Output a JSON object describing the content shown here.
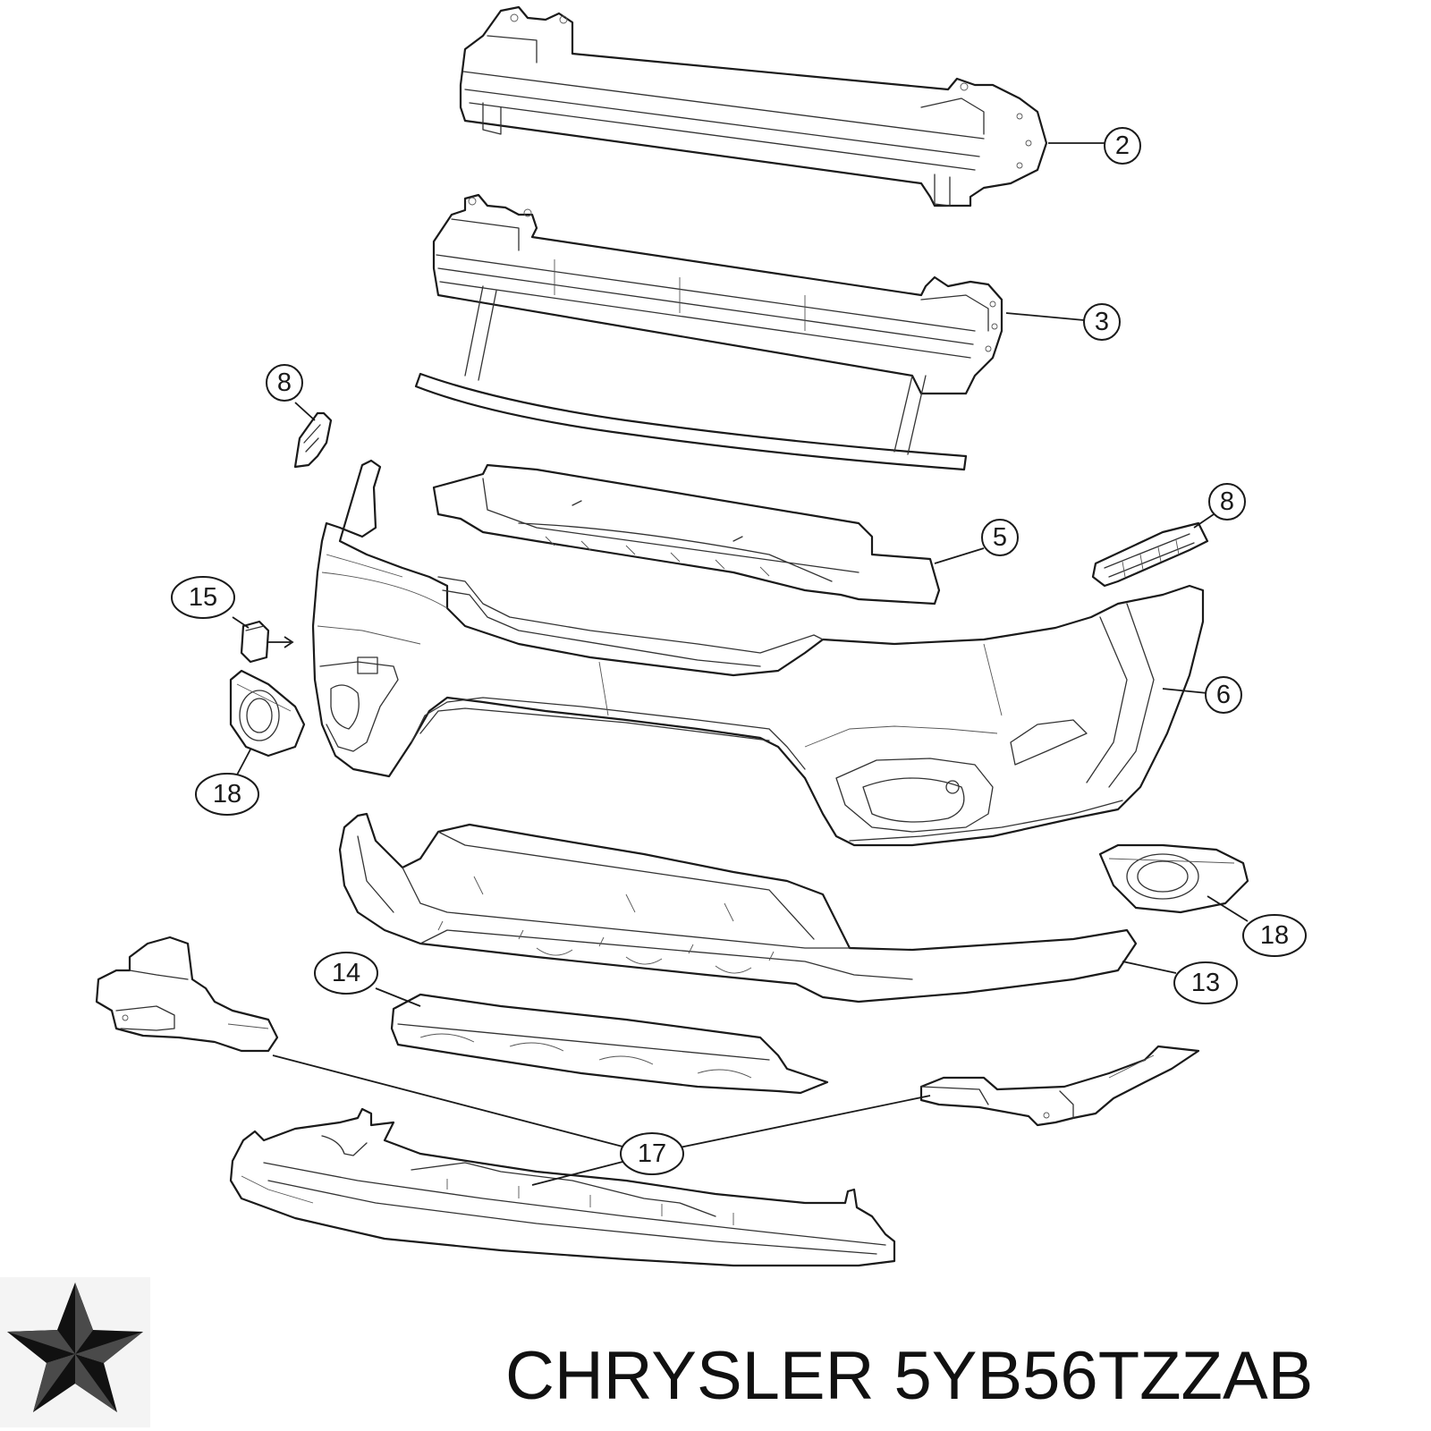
{
  "brand": {
    "name": "CHRYSLER",
    "part_number": "5YB56TZZAB",
    "logo": "chrysler-pentastar-logo"
  },
  "callouts": [
    {
      "id": "callout-2",
      "label": "2"
    },
    {
      "id": "callout-3",
      "label": "3"
    },
    {
      "id": "callout-8-left",
      "label": "8"
    },
    {
      "id": "callout-8-right",
      "label": "8"
    },
    {
      "id": "callout-5",
      "label": "5"
    },
    {
      "id": "callout-15",
      "label": "15"
    },
    {
      "id": "callout-6",
      "label": "6"
    },
    {
      "id": "callout-18-left",
      "label": "18"
    },
    {
      "id": "callout-18-right",
      "label": "18"
    },
    {
      "id": "callout-14",
      "label": "14"
    },
    {
      "id": "callout-13",
      "label": "13"
    },
    {
      "id": "callout-17",
      "label": "17"
    }
  ],
  "colors": {
    "line": "#1a1a1a",
    "background": "#ffffff"
  }
}
